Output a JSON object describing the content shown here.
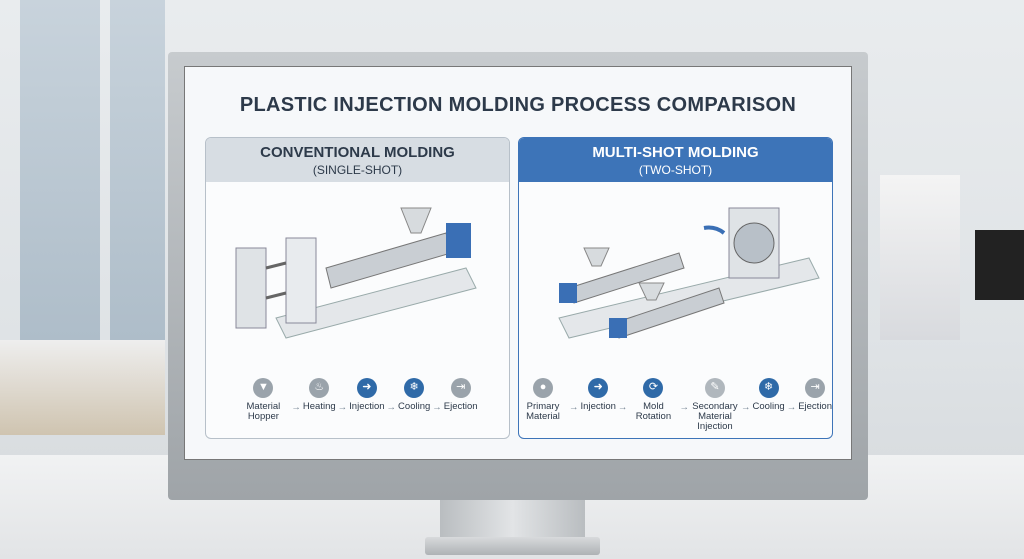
{
  "title": "PLASTIC INJECTION MOLDING PROCESS COMPARISON",
  "left": {
    "heading": "CONVENTIONAL MOLDING",
    "sub": "(SINGLE-SHOT)",
    "steps": [
      {
        "label": "Material Hopper",
        "icon": "hopper-icon",
        "color": "#9aa3ab"
      },
      {
        "label": "Heating",
        "icon": "flame-icon",
        "color": "#9aa3ab"
      },
      {
        "label": "Injection",
        "icon": "arrow-right-icon",
        "color": "#2f6aa8"
      },
      {
        "label": "Cooling",
        "icon": "snowflake-icon",
        "color": "#2f6aa8"
      },
      {
        "label": "Ejection",
        "icon": "exit-icon",
        "color": "#9aa3ab"
      }
    ]
  },
  "right": {
    "heading": "MULTI-SHOT MOLDING",
    "sub": "(TWO-SHOT)",
    "steps": [
      {
        "label": "Primary Material",
        "icon": "droplet-icon",
        "color": "#9aa3ab"
      },
      {
        "label": "Injection",
        "icon": "arrow-right-icon",
        "color": "#2f6aa8"
      },
      {
        "label": "Mold Rotation",
        "icon": "rotate-icon",
        "color": "#2f6aa8"
      },
      {
        "label": "Secondary Material Injection",
        "icon": "nozzle-icon",
        "color": "#b0b7bd"
      },
      {
        "label": "Cooling",
        "icon": "snowflake-icon",
        "color": "#2f6aa8"
      },
      {
        "label": "Ejection",
        "icon": "exit-icon",
        "color": "#9aa3ab"
      }
    ]
  }
}
